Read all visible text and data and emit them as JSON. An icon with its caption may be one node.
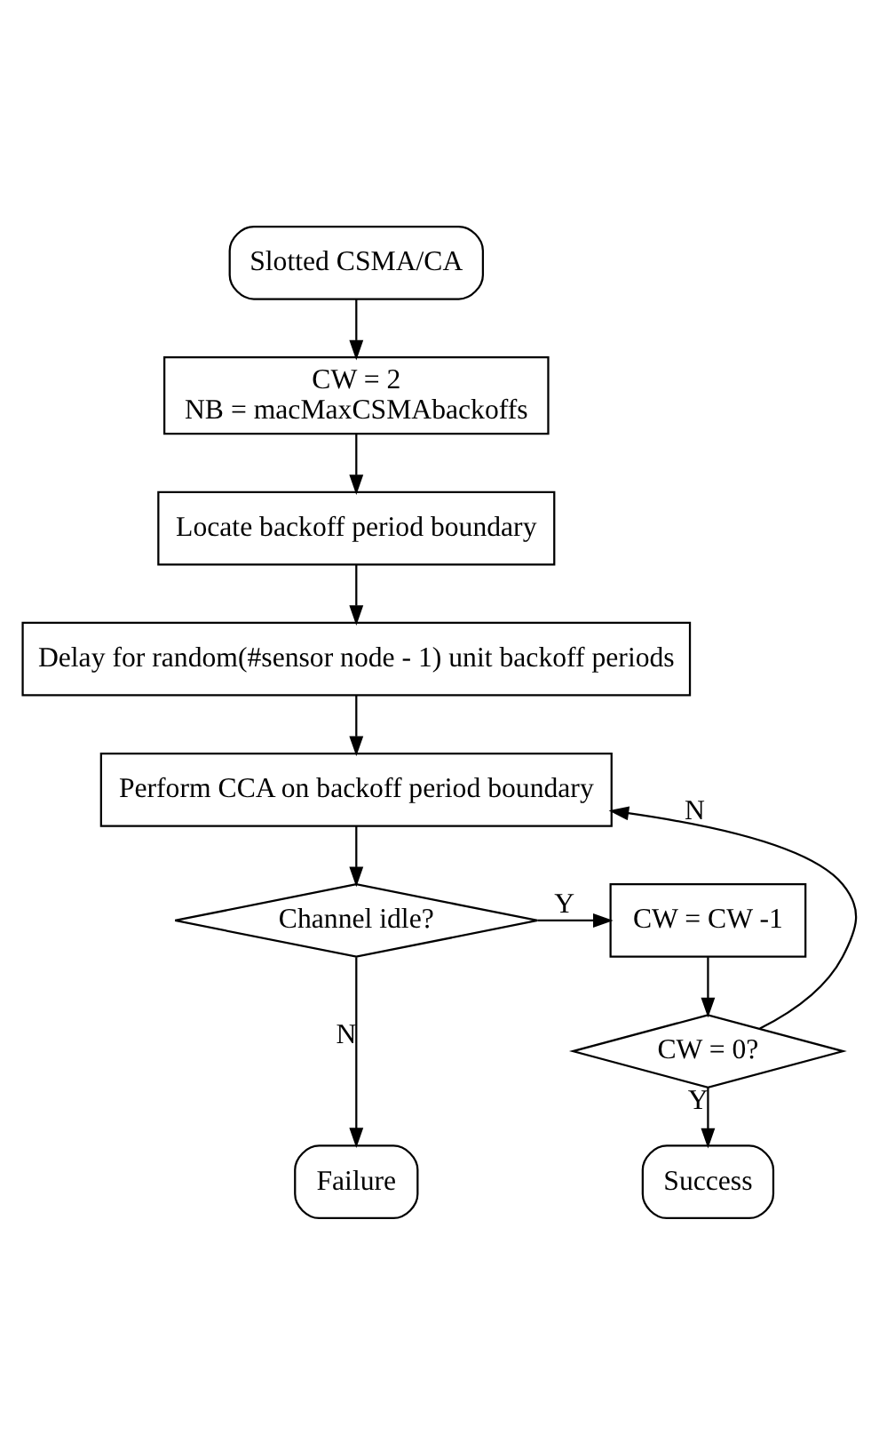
{
  "diagram": {
    "nodes": [
      {
        "text": [
          "Slotted CSMA/CA"
        ]
      },
      {
        "text": [
          "CW = 2",
          "NB = macMaxCSMAbackoffs"
        ]
      },
      {
        "text": [
          "Locate backoff period boundary"
        ]
      },
      {
        "text": [
          "Delay for random(#sensor node - 1) unit backoff periods"
        ]
      },
      {
        "text": [
          "Perform CCA on backoff period boundary"
        ]
      },
      {
        "text": [
          "Channel idle?"
        ]
      },
      {
        "text": [
          "CW = CW -1"
        ]
      },
      {
        "text": [
          "CW = 0?"
        ]
      },
      {
        "text": [
          "Failure"
        ]
      },
      {
        "text": [
          "Success"
        ]
      }
    ],
    "edges": [
      {
        "from": 0,
        "to": 1,
        "arrow": "to"
      },
      {
        "from": 1,
        "to": 2,
        "arrow": "to"
      },
      {
        "from": 2,
        "to": 3,
        "arrow": "to"
      },
      {
        "from": 3,
        "to": 4,
        "arrow": "to"
      },
      {
        "from": 4,
        "to": 5,
        "arrow": "to"
      },
      {
        "from": 5,
        "to": 6,
        "arrow": "to",
        "label": "Y"
      },
      {
        "from": 5,
        "to": 8,
        "arrow": "to",
        "label": "N"
      },
      {
        "from": 6,
        "to": 7,
        "arrow": "to"
      },
      {
        "from": 7,
        "to": 9,
        "arrow": "to",
        "label": "Y"
      },
      {
        "from": 7,
        "to": 4,
        "arrow": "to",
        "label": "N"
      }
    ]
  }
}
